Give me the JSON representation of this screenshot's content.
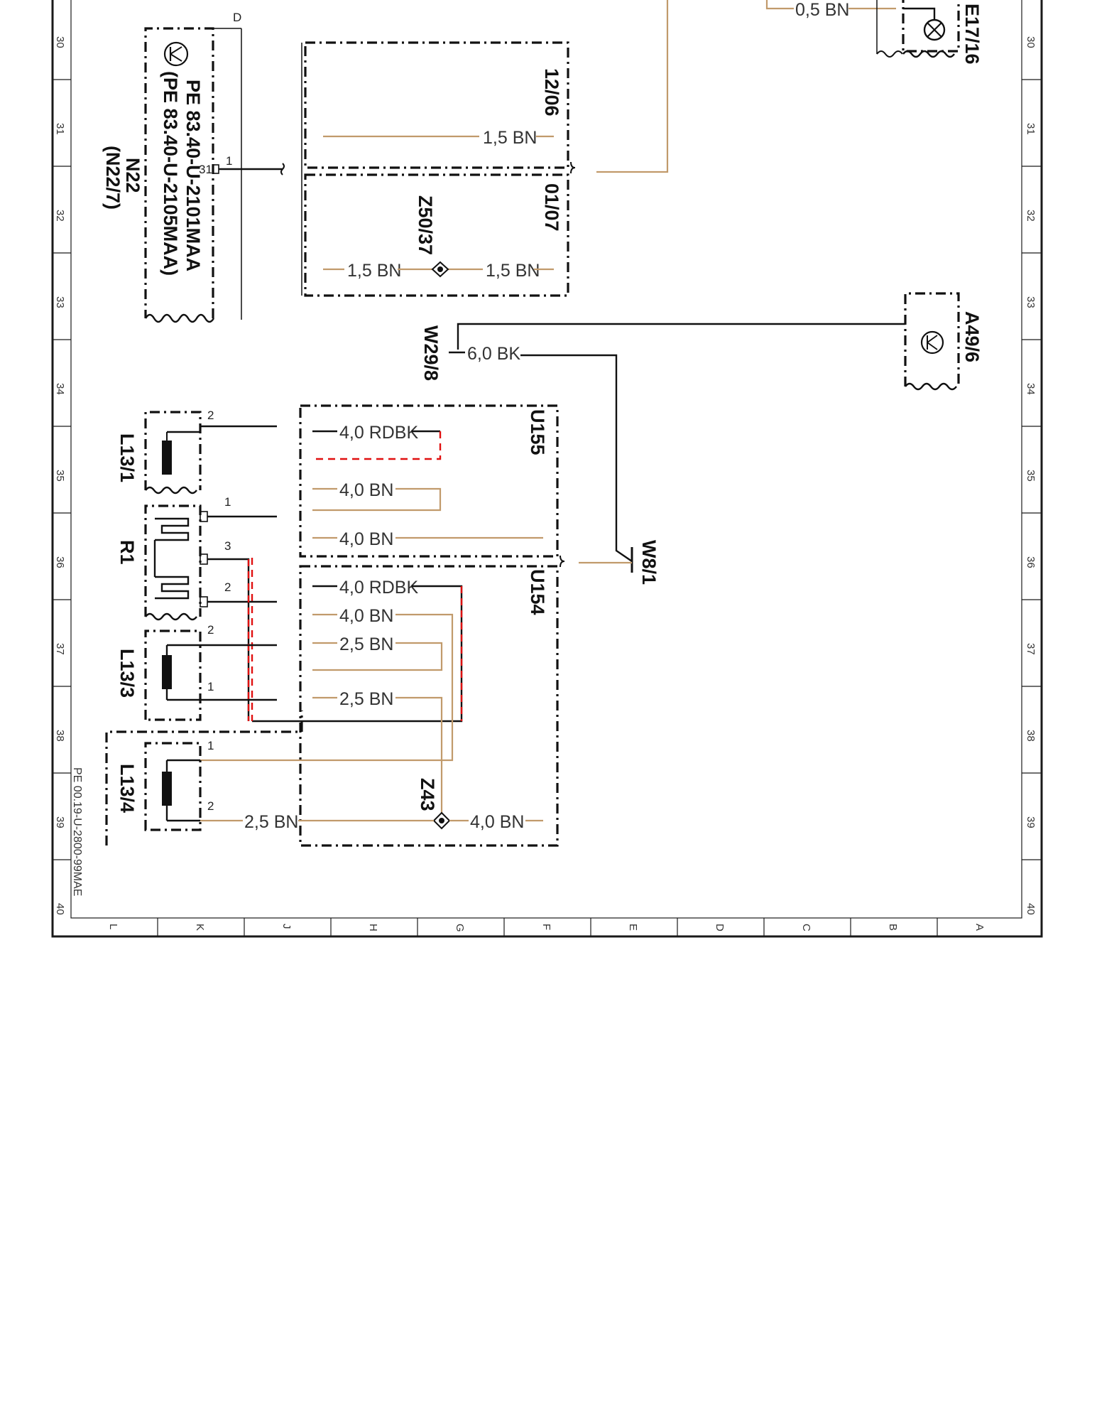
{
  "document": {
    "code": "PE 00.19-U-2800-99MAE"
  },
  "frame": {
    "columns": [
      "L",
      "K",
      "J",
      "H",
      "G",
      "F",
      "E",
      "D",
      "C",
      "B",
      "A"
    ],
    "rows": [
      "30",
      "31",
      "32",
      "33",
      "34",
      "35",
      "36",
      "37",
      "38",
      "39",
      "40"
    ]
  },
  "components": {
    "n22": {
      "name": "N22",
      "alt": "(N22/7)",
      "ref1": "PE  83.40-U-2101MAA",
      "ref2": "(PE  83.40-U-2105MAA)",
      "pin_a": "1",
      "pin_b": "31",
      "edge": "D"
    },
    "e17_16": {
      "name": "E17/16"
    },
    "a49_6": {
      "name": "A49/6"
    },
    "z50_37": {
      "name": "Z50/37"
    },
    "w29_8": {
      "name": "W29/8"
    },
    "w8_1": {
      "name": "W8/1"
    },
    "u155": {
      "name": "U155"
    },
    "u154": {
      "name": "U154"
    },
    "z43": {
      "name": "Z43"
    },
    "l13_1": {
      "name": "L13/1",
      "pin": "2"
    },
    "r1": {
      "name": "R1",
      "pin1": "1",
      "pin3": "3",
      "pin2": "2"
    },
    "l13_3": {
      "name": "L13/3",
      "pin2": "2",
      "pin1": "1"
    },
    "l13_4": {
      "name": "L13/4",
      "pin1": "1",
      "pin2": "2"
    }
  },
  "refs": {
    "r1": "12/06",
    "r2": "01/07"
  },
  "wires": {
    "w_05bn": "0,5  BN",
    "w_15bn_top": "1,5  BN",
    "w_15bn_left": "1,5  BN",
    "w_15bn_right": "1,5  BN",
    "w_60bk": "6,0  BK",
    "u155_1": "4,0  RDBK",
    "u155_2": "4,0  BN",
    "u155_3": "4,0  BN",
    "u154_1": "4,0  RDBK",
    "u154_2": "4,0  BN",
    "u154_3": "2,5  BN",
    "u154_4": "2,5  BN",
    "l13_4_wire": "2,5  BN",
    "z43_wire": "4,0  BN"
  },
  "colors": {
    "wire_brown": "#c19a6b",
    "wire_black": "#111111",
    "wire_red": "#e01010"
  }
}
